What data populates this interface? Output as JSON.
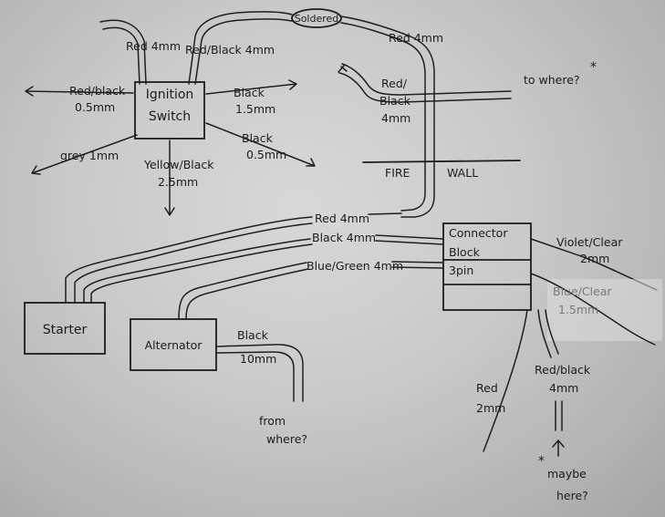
{
  "ignition": {
    "box_line1": "Ignition",
    "box_line2": "Switch",
    "wire_red_4mm": "Red 4mm",
    "wire_red_black_4mm": "Red/Black 4mm",
    "wire_red_black_05_l1": "Red/black",
    "wire_red_black_05_l2": "0.5mm",
    "wire_black_15_l1": "Black",
    "wire_black_15_l2": "1.5mm",
    "wire_black_05_l1": "Black",
    "wire_black_05_l2": "0.5mm",
    "wire_grey": "grey 1mm",
    "wire_yellow_black_l1": "Yellow/Black",
    "wire_yellow_black_l2": "2.5mm"
  },
  "top": {
    "soldered": "Soldered",
    "red_4mm": "Red 4mm",
    "red_black_l1": "Red/",
    "red_black_l2": "Black",
    "red_black_l3": "4mm",
    "to_where": "to where?",
    "asterisk": "*"
  },
  "firewall": {
    "left": "FIRE",
    "right": "WALL"
  },
  "mid": {
    "red_4mm": "Red 4mm",
    "black_4mm": "Black 4mm",
    "blue_green_4mm": "Blue/Green 4mm"
  },
  "connector": {
    "line1": "Connector",
    "line2": "Block",
    "line3": "3pin",
    "violet_clear_l1": "Violet/Clear",
    "violet_clear_l2": "2mm",
    "blue_clear_l1": "Blue/Clear",
    "blue_clear_l2": "1.5mm",
    "red_2mm_l1": "Red",
    "red_2mm_l2": "2mm",
    "red_black_l1": "Red/black",
    "red_black_l2": "4mm",
    "maybe_here_asterisk": "*",
    "maybe_here_l1": "maybe",
    "maybe_here_l2": "here?"
  },
  "starter": {
    "label": "Starter"
  },
  "alternator": {
    "label": "Alternator",
    "black_l1": "Black",
    "black_l2": "10mm",
    "from_where_l1": "from",
    "from_where_l2": "where?"
  }
}
